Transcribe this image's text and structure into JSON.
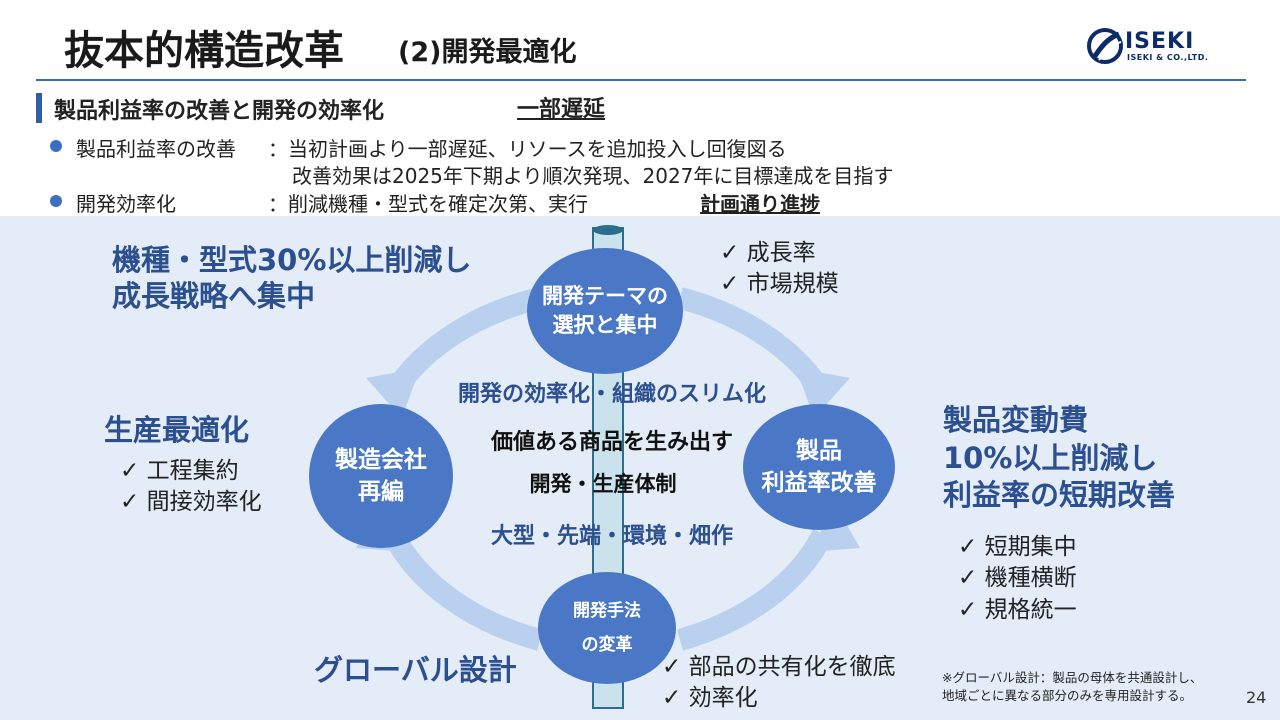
{
  "header": {
    "title": "抜本的構造改革",
    "subtitle": "(2)開発最適化",
    "logo_text": "ISEKI",
    "logo_subtext": "ISEKI & CO.,LTD.",
    "accent_color": "#2f6fb5"
  },
  "section": {
    "title": "製品利益率の改善と開発の効率化",
    "status": "一部遅延"
  },
  "bullets": [
    {
      "label": "製品利益率の改善",
      "line1": "：当初計画より一部遅延、リソースを追加投入し回復図る",
      "line2": "改善効果は2025年下期より順次発現、2027年に目標達成を目指す",
      "status": ""
    },
    {
      "label": "開発効率化",
      "line1": "：削減機種・型式を確定次第、実行",
      "line2": "",
      "status": "計画通り進捗"
    }
  ],
  "diagram": {
    "top_left_goal": [
      "機種・型式30%以上削減し",
      "成長戦略へ集中"
    ],
    "top_checks": [
      "成長率",
      "市場規模"
    ],
    "left_goal": "生産最適化",
    "left_checks": [
      "工程集約",
      "間接効率化"
    ],
    "right_goal": [
      "製品変動費",
      "10%以上削減し",
      "利益率の短期改善"
    ],
    "right_checks": [
      "短期集中",
      "機種横断",
      "規格統一"
    ],
    "bottom_goal": "グローバル設計",
    "bottom_checks": [
      "部品の共有化を徹底",
      "効率化"
    ],
    "circles": {
      "top": [
        "開発テーマの",
        "選択と集中"
      ],
      "left": [
        "製造会社",
        "再編"
      ],
      "right": [
        "製品",
        "利益率改善"
      ],
      "bottom": [
        "開発手法",
        "の変革"
      ]
    },
    "center": {
      "upper": "開発の効率化・組織のスリム化",
      "main1": "価値ある商品を生み出す",
      "main2": "開発・生産体制",
      "lower": "大型・先端・環境・畑作"
    },
    "check_mark": "✓",
    "circle_color": "#4a78c6",
    "arrow_color": "#b9d0ee",
    "goal_color": "#2c4f8f"
  },
  "footnote": {
    "line1": "※グローバル設計：製品の母体を共通設計し、",
    "line2": "地域ごとに異なる部分のみを専用設計する。"
  },
  "page_number": "24"
}
